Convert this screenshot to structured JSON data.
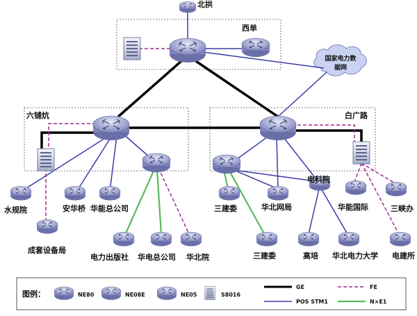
{
  "groups": {
    "xidan": "西单",
    "liupukang": "六铺炕",
    "baiguanglu": "白广路"
  },
  "cloud": {
    "line1": "国家电力数",
    "line2": "据网"
  },
  "nodes": {
    "beigong": "北拱",
    "shuiguiyuan": "水规院",
    "chengtaoshebeiju": "成套设备局",
    "anhuaqiao": "安华桥",
    "huanengzonggongsi": "华能总公司",
    "dianlichubanshe": "电力出版社",
    "huadianzonggongsi": "华电总公司",
    "huabeiyuan": "华北院",
    "sanjianwei_a": "三建委",
    "huabeiwangju": "华北网局",
    "dianyanyuan": "电科院",
    "huanengguoji": "华能国际",
    "sanxiaban": "三峡办",
    "sanjianwei_b": "三建委",
    "gaopei": "高培",
    "huabeidianlidaxue": "华北电力大学",
    "dianjiansuo": "电建所"
  },
  "legend": {
    "title": "图例：",
    "items": [
      "NE80",
      "NE08E",
      "NE05",
      "S8016"
    ],
    "lines": [
      "GE",
      "FE",
      "POS STM1",
      "N×E1"
    ]
  },
  "colors": {
    "ge": "#000000",
    "fe": "#9b2a8f",
    "pos": "#3a3aa8",
    "ne1": "#5cb85c",
    "router": "#9a9fcf",
    "cloud": "#c9d2f0"
  }
}
